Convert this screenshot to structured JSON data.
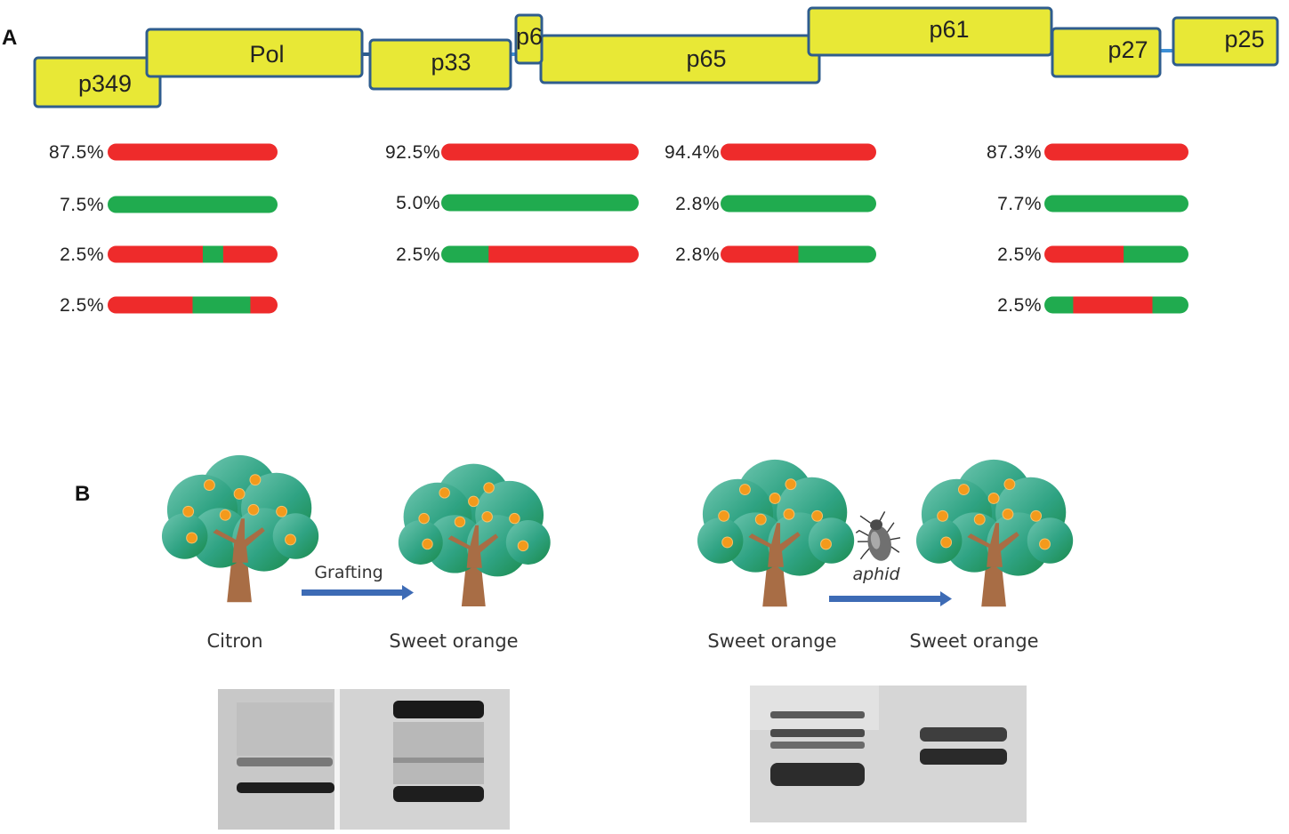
{
  "panel_a": {
    "letter": "A",
    "genes": [
      {
        "label": "p349"
      },
      {
        "label": "Pol"
      },
      {
        "label": "p33"
      },
      {
        "label": "p6"
      },
      {
        "label": "p65"
      },
      {
        "label": "p61"
      },
      {
        "label": "p27"
      },
      {
        "label": "p25"
      }
    ],
    "colors": {
      "gene_fill": "#e8e836",
      "gene_stroke": "#2f5d8e",
      "red": "#ee2b2b",
      "green": "#20ab4f"
    },
    "bar_groups": [
      {
        "bars": [
          {
            "pct": "87.5%",
            "pattern": [
              [
                "r",
                1.0
              ]
            ]
          },
          {
            "pct": "7.5%",
            "pattern": [
              [
                "g",
                1.0
              ]
            ]
          },
          {
            "pct": "2.5%",
            "pattern": [
              [
                "r",
                0.56
              ],
              [
                "g",
                0.12
              ],
              [
                "r",
                0.32
              ]
            ]
          },
          {
            "pct": "2.5%",
            "pattern": [
              [
                "r",
                0.5
              ],
              [
                "g",
                0.34
              ],
              [
                "r",
                0.16
              ]
            ]
          }
        ]
      },
      {
        "bars": [
          {
            "pct": "92.5%",
            "pattern": [
              [
                "r",
                1.0
              ]
            ]
          },
          {
            "pct": "5.0%",
            "pattern": [
              [
                "g",
                1.0
              ]
            ]
          },
          {
            "pct": "2.5%",
            "pattern": [
              [
                "g",
                0.24
              ],
              [
                "r",
                0.76
              ]
            ]
          }
        ]
      },
      {
        "bars": [
          {
            "pct": "94.4%",
            "pattern": [
              [
                "r",
                1.0
              ]
            ]
          },
          {
            "pct": "2.8%",
            "pattern": [
              [
                "g",
                1.0
              ]
            ]
          },
          {
            "pct": "2.8%",
            "pattern": [
              [
                "r",
                0.5
              ],
              [
                "g",
                0.5
              ]
            ]
          }
        ]
      },
      {
        "bars": [
          {
            "pct": "87.3%",
            "pattern": [
              [
                "r",
                1.0
              ]
            ]
          },
          {
            "pct": "7.7%",
            "pattern": [
              [
                "g",
                1.0
              ]
            ]
          },
          {
            "pct": "2.5%",
            "pattern": [
              [
                "r",
                0.55
              ],
              [
                "g",
                0.45
              ]
            ]
          },
          {
            "pct": "2.5%",
            "pattern": [
              [
                "g",
                0.2
              ],
              [
                "r",
                0.55
              ],
              [
                "g",
                0.25
              ]
            ]
          }
        ]
      }
    ]
  },
  "panel_b": {
    "letter": "B",
    "left": {
      "source_label": "Citron",
      "target_label": "Sweet orange",
      "arrow_label": "Grafting"
    },
    "right": {
      "source_label": "Sweet orange",
      "target_label": "Sweet orange",
      "arrow_label": "aphid",
      "vector_icon": "aphid-icon"
    },
    "colors": {
      "arrow": "#3d6bb5",
      "canopy": "#39a98a",
      "trunk": "#a86d45",
      "fruit": "#f39a1c"
    }
  }
}
